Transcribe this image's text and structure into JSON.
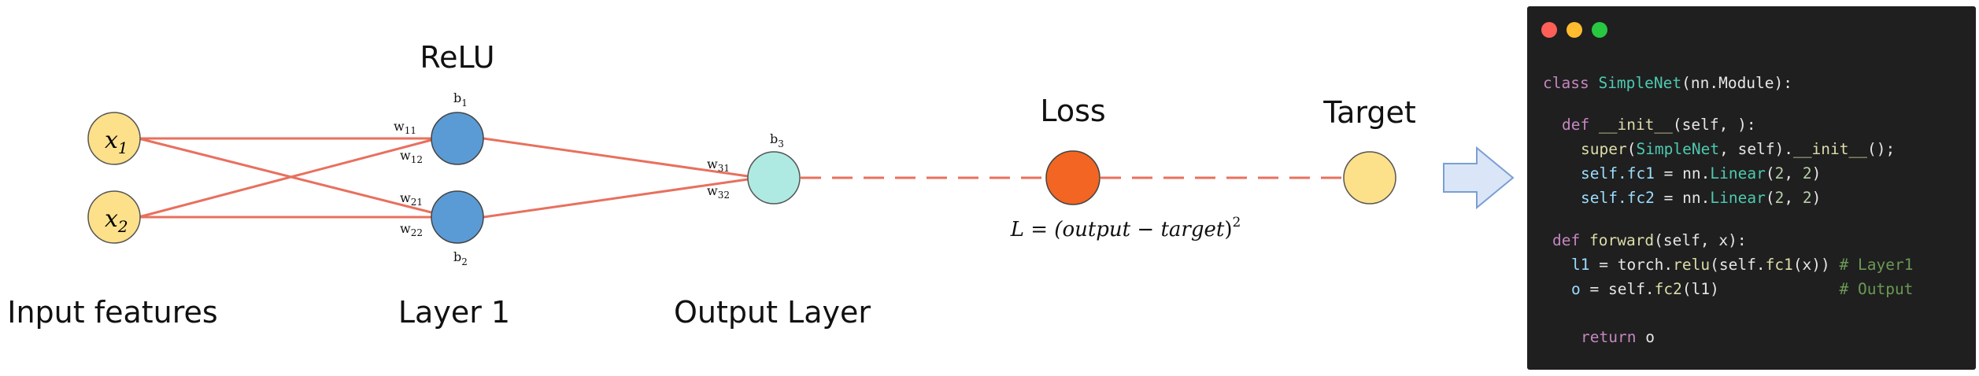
{
  "labels": {
    "relu": "ReLU",
    "loss": "Loss",
    "target": "Target",
    "input_features": "Input features",
    "layer1": "Layer 1",
    "output_layer": "Output Layer"
  },
  "nodes": {
    "x1": {
      "base": "x",
      "sub": "1"
    },
    "x2": {
      "base": "x",
      "sub": "2"
    }
  },
  "biases": {
    "b1": {
      "base": "b",
      "sub": "1"
    },
    "b2": {
      "base": "b",
      "sub": "2"
    },
    "b3": {
      "base": "b",
      "sub": "3"
    }
  },
  "weights": {
    "w11": {
      "base": "w",
      "sub": "11"
    },
    "w12": {
      "base": "w",
      "sub": "12"
    },
    "w21": {
      "base": "w",
      "sub": "21"
    },
    "w22": {
      "base": "w",
      "sub": "22"
    },
    "w31": {
      "base": "w",
      "sub": "31"
    },
    "w32": {
      "base": "w",
      "sub": "32"
    }
  },
  "formula": {
    "lhs": "L = (",
    "output": "output",
    "minus": " − ",
    "target": "target",
    "rhs": ")",
    "exp": "2"
  },
  "colors": {
    "input_node": "#fde08a",
    "hidden_node": "#5b9bd5",
    "output_node": "#aeeae2",
    "loss_node": "#f26522",
    "target_node": "#fde08a",
    "connection": "#e8705e",
    "arrow_fill": "#dae6f7",
    "arrow_stroke": "#7a9fd4",
    "code_bg": "#1f1f1f"
  },
  "window_dots": [
    "#ff5f57",
    "#febc2e",
    "#28c840"
  ],
  "code": {
    "l1": {
      "kw": "class",
      "name": "SimpleNet",
      "rest": "(nn.Module):"
    },
    "l2": {
      "kw": "def",
      "name": "__init__",
      "rest": "(self, ):"
    },
    "l3": {
      "fn": "super",
      "a": "(",
      "cls": "SimpleNet",
      "b": ", self).",
      "fn2": "__init__",
      "c": "();"
    },
    "l4": {
      "var": "self.fc1",
      "a": " = nn.",
      "cls": "Linear",
      "b": "(",
      "n1": "2",
      "c": ", ",
      "n2": "2",
      "d": ")"
    },
    "l5": {
      "var": "self.fc2",
      "a": " = nn.",
      "cls": "Linear",
      "b": "(",
      "n1": "2",
      "c": ", ",
      "n2": "2",
      "d": ")"
    },
    "l6": {
      "kw": "def",
      "name": "forward",
      "rest": "(self, x):"
    },
    "l7": {
      "var": "l1",
      "a": " = torch.",
      "fn": "relu",
      "b": "(self.",
      "fn2": "fc1",
      "c": "(x)) ",
      "cm": "# Layer1"
    },
    "l8": {
      "var": "o",
      "a": " = self.",
      "fn": "fc2",
      "b": "(l1)             ",
      "cm": "# Output"
    },
    "l9": {
      "kw": "return",
      "rest": " o"
    }
  }
}
